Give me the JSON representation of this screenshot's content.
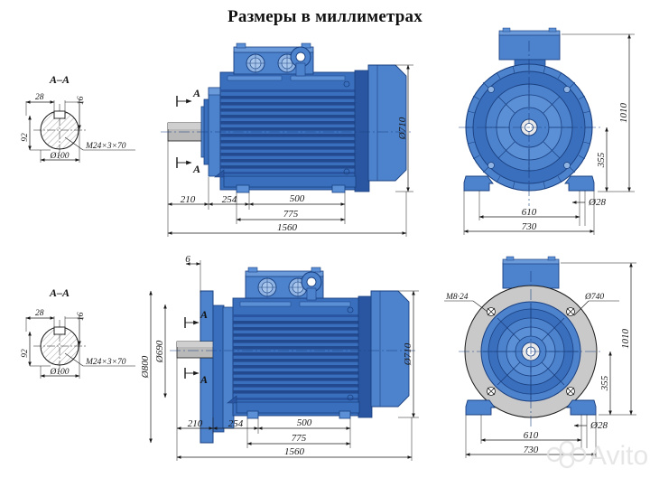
{
  "title": "Размеры в миллиметрах",
  "watermark": {
    "text": "Avito"
  },
  "colors": {
    "blue_light": "#5b8fd6",
    "blue_mid": "#3a6fbd",
    "blue_dark": "#2a55a0",
    "blue_deep": "#1f4286",
    "gray_flange": "#c9c9c9",
    "gray_shaft": "#b9b9b9",
    "line": "#1a1a1a",
    "watermark": "#e2e2e2",
    "background": "#ffffff"
  },
  "sections": {
    "top_left": {
      "name": "A-A section (foot-mount variant)",
      "label": "A–A",
      "dims": {
        "key_offset": "28",
        "key_width": "16",
        "shaft_height": "92",
        "shaft_dia": "Ø100",
        "thread": "M24×3×70"
      }
    },
    "top_middle": {
      "name": "Side elevation, foot-mounted motor",
      "section_marks": [
        "A",
        "A"
      ],
      "dims": {
        "shaft_len": "210",
        "front_to_foot": "254",
        "foot_span": "500",
        "foot_to_end": "775",
        "overall_len": "1560",
        "frame_dia": "Ø710"
      }
    },
    "top_right": {
      "name": "Front elevation, foot-mounted motor",
      "dims": {
        "overall_height": "1010",
        "shaft_centre_height": "355",
        "foot_hole_dia": "Ø28",
        "foot_hole_span": "610",
        "foot_width": "730"
      }
    },
    "bottom_left": {
      "name": "A-A section (flange-mount variant)",
      "label": "A–A",
      "dims": {
        "key_offset": "28",
        "key_width": "16",
        "shaft_height": "92",
        "shaft_dia": "Ø100",
        "thread": "M24×3×70"
      }
    },
    "bottom_middle": {
      "name": "Side elevation, flange-mounted motor",
      "section_marks": [
        "A",
        "A"
      ],
      "dims": {
        "flange_thickness": "6",
        "flange_outer_dia": "Ø800",
        "flange_spigot_dia": "Ø690",
        "shaft_len": "210",
        "front_to_foot": "254",
        "foot_span": "500",
        "foot_to_end": "775",
        "overall_len": "1560",
        "frame_dia": "Ø710"
      }
    },
    "bottom_right": {
      "name": "Front elevation, flange-mounted motor",
      "dims": {
        "flange_bolt_thread": "M8·24",
        "flange_bolt_circle": "Ø740",
        "overall_height": "1010",
        "shaft_centre_height": "355",
        "foot_hole_dia": "Ø28",
        "foot_hole_span": "610",
        "foot_width": "730"
      }
    }
  }
}
